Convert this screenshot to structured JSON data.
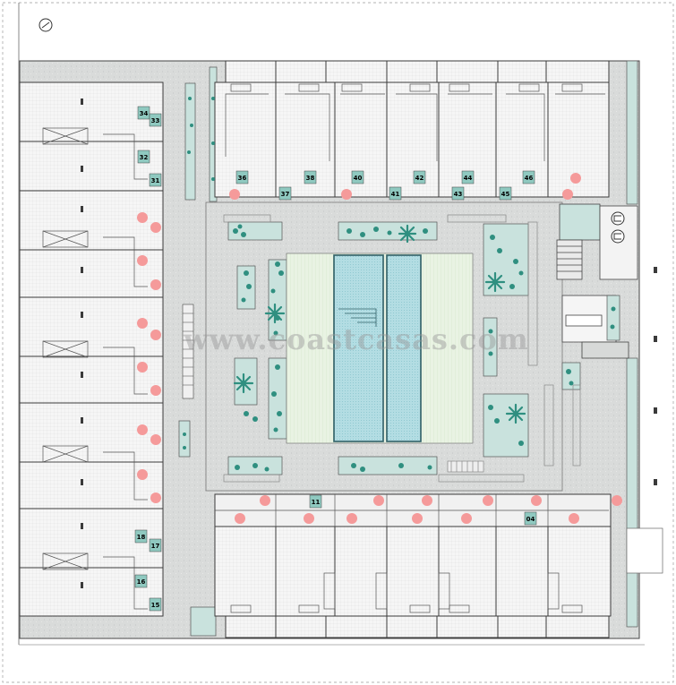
{
  "colors": {
    "paving": "#d7d9d8",
    "unit_fill": "#f4f4f4",
    "wall": "#3a3a3a",
    "planter": "#c9e2dd",
    "plant": "#2f8f80",
    "pool_water": "#a9d8df",
    "pool_deck": "#e5f1de",
    "marker": "#f59a9a",
    "label_bg": "#8fc9c0"
  },
  "icons": [
    "north-arrow-icon",
    "palm-tree-icon",
    "shrub-icon",
    "marker-dot-icon",
    "lift-icon"
  ],
  "unit_labels": {
    "west": [
      "34",
      "33",
      "32",
      "31",
      "18",
      "17",
      "16",
      "15"
    ],
    "north": [
      "36",
      "37",
      "38",
      "40",
      "41",
      "42",
      "43",
      "44",
      "45",
      "46"
    ],
    "south": [
      "11",
      "04"
    ]
  },
  "watermark": "www.coastcasas.com"
}
